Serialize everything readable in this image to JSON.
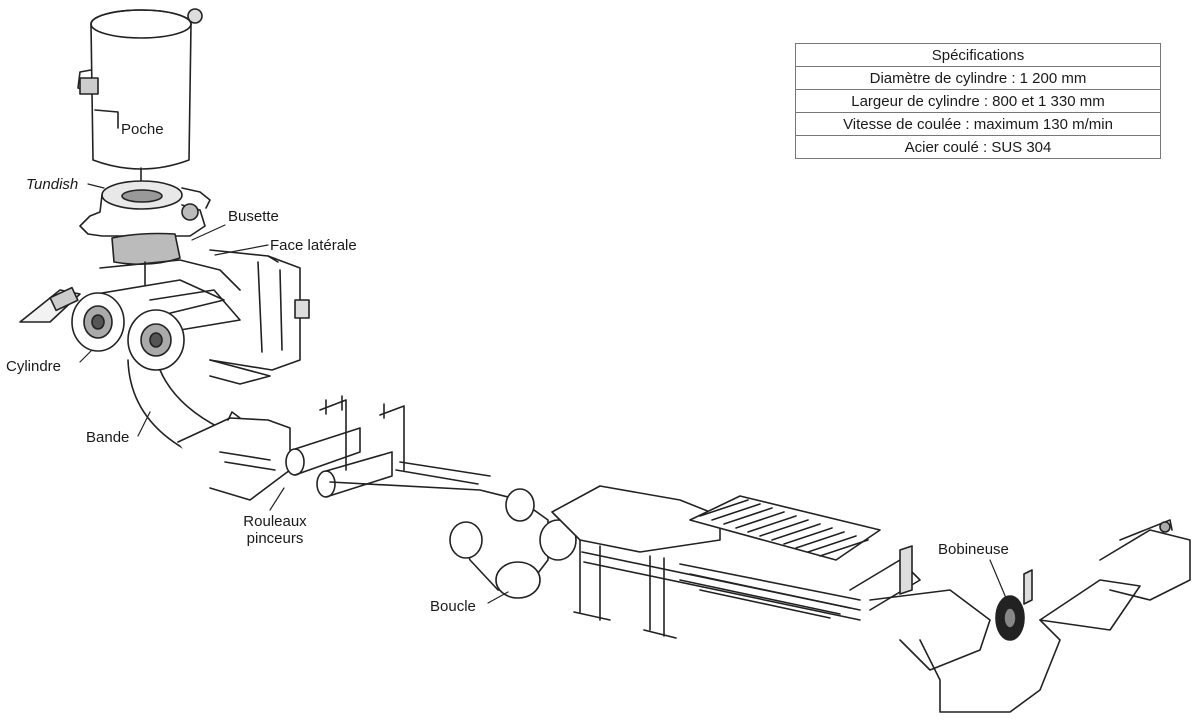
{
  "spec_table": {
    "header": "Spécifications",
    "rows": [
      "Diamètre de cylindre : 1 200 mm",
      "Largeur de cylindre : 800 et 1 330 mm",
      "Vitesse de coulée : maximum 130 m/min",
      "Acier coulé : SUS 304"
    ]
  },
  "labels": {
    "poche": "Poche",
    "tundish": "Tundish",
    "busette": "Busette",
    "face_laterale": "Face latérale",
    "cylindre": "Cylindre",
    "bande": "Bande",
    "rouleaux_line1": "Rouleaux",
    "rouleaux_line2": "pinceurs",
    "boucle": "Boucle",
    "bobineuse": "Bobineuse"
  }
}
